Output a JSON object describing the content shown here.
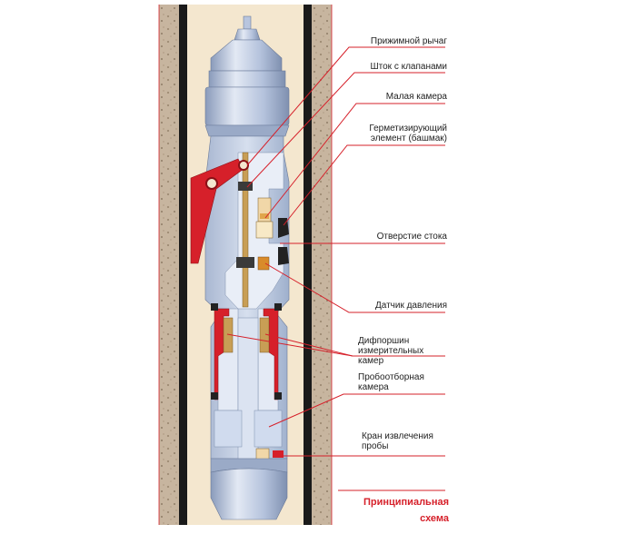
{
  "labels": {
    "clamp_lever": "Прижимной рычаг",
    "valve_rod": "Шток с клапанами",
    "small_chamber": "Малая камера",
    "sealing_element_1": "Герметизирующий",
    "sealing_element_2": "элемент (башмак)",
    "drain_hole": "Отверстие стока",
    "pressure_sensor": "Датчик давления",
    "diff_piston_1": "Дифпоршин",
    "diff_piston_2": "измерительных",
    "diff_piston_3": "камер",
    "sampling_chamber_1": "Пробоотборная",
    "sampling_chamber_2": "камера",
    "sample_valve_1": "Кран извлечения",
    "sample_valve_2": "пробы"
  },
  "caption": {
    "line1": "Принципиальная",
    "line2": "схема"
  },
  "colors": {
    "accent_red": "#d6202a",
    "formation": "#c9b8a2",
    "borehole_fill": "#f4e7cf",
    "casing": "#1a1a1a",
    "tool_light": "#c8d3e6",
    "tool_mid": "#a9b8d3",
    "tool_dark": "#8293b3",
    "rod_gold": "#c89e55"
  }
}
